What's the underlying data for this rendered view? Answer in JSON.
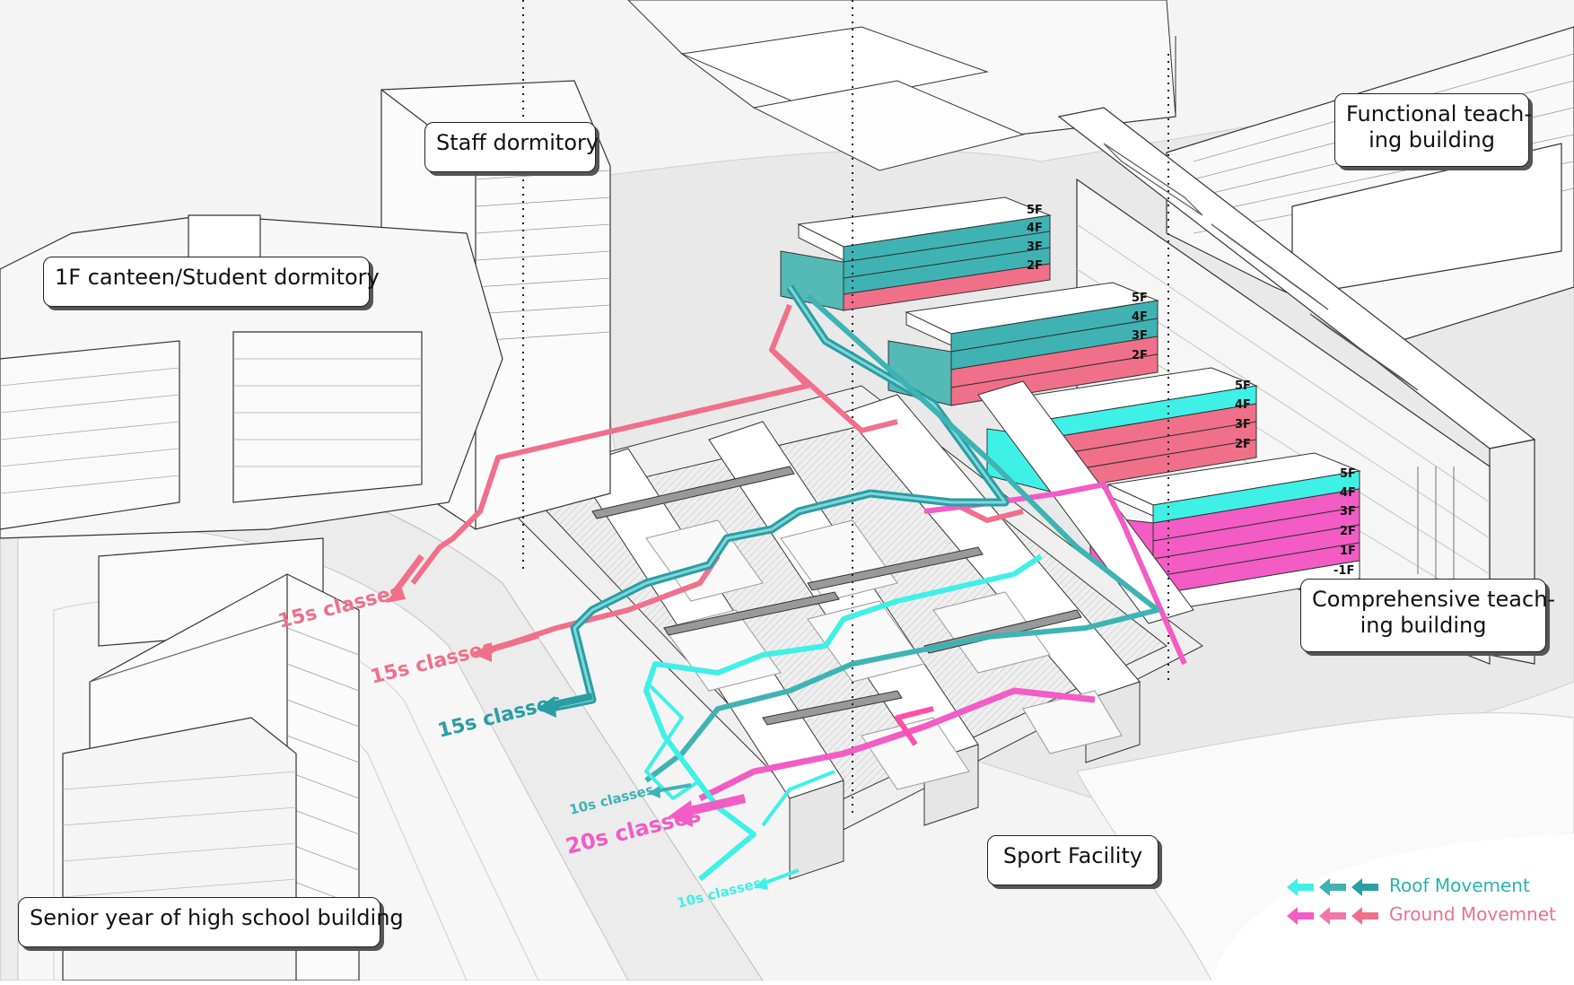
{
  "callouts": {
    "staff_dormitory": "Staff dormitory",
    "canteen_dormitory": "1F canteen/Student dormitory",
    "functional_line1": "Functional teach-",
    "functional_line2": "ing building",
    "comprehensive_line1": "Comprehensive teach-",
    "comprehensive_line2": "ing building",
    "sport_facility": "Sport Facility",
    "senior_year": "Senior year of high school building"
  },
  "floor_labels": {
    "block1": [
      "5F",
      "4F",
      "3F",
      "2F"
    ],
    "block2": [
      "5F",
      "4F",
      "3F",
      "2F"
    ],
    "block3": [
      "5F",
      "4F",
      "3F",
      "2F"
    ],
    "block4": [
      "5F",
      "4F",
      "3F",
      "2F",
      "1F",
      "-1F"
    ]
  },
  "class_labels": {
    "pink_upper": "15s classes",
    "pink_middle": "15s classes",
    "teal_lower": "15s classes",
    "teal_small": "10s classes",
    "magenta_big": "20s classes",
    "cyan_small": "10s classes"
  },
  "legend": {
    "roof": "Roof Movement",
    "ground": "Ground Movemnet"
  },
  "colors": {
    "roof_cyan": "#3ff0e6",
    "roof_teal": "#3fb3b3",
    "roof_dark_teal": "#2a9da4",
    "ground_pink": "#f0708a",
    "ground_magenta": "#f25cc4",
    "ground_hotpink": "#ff4fa8"
  }
}
